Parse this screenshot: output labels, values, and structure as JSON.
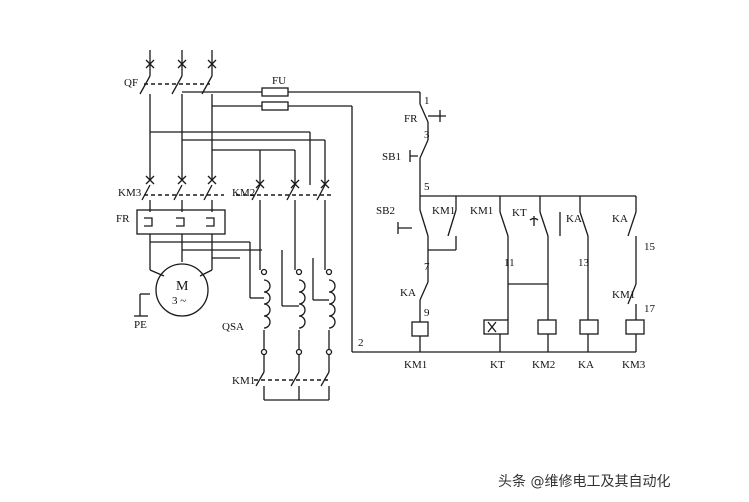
{
  "diagram": {
    "labels": {
      "qf": "QF",
      "fu": "FU",
      "km3": "KM3",
      "km2": "KM2",
      "fr_power": "FR",
      "motor_m": "M",
      "motor_phase": "3 ~",
      "pe": "PE",
      "qsa": "QSA",
      "km1_bottom": "KM1",
      "fr_ctrl": "FR",
      "sb1": "SB1",
      "sb2": "SB2",
      "ka_contact": "KA",
      "km1_contact_a": "KM1",
      "km1_contact_b": "KM1",
      "kt_contact": "KT",
      "ka_contact_b": "KA",
      "ka_contact_c": "KA",
      "km1_contact_c": "KM1",
      "coil_km1": "KM1",
      "coil_kt": "KT",
      "coil_km2": "KM2",
      "coil_ka": "KA",
      "coil_km3": "KM3"
    },
    "node_numbers": {
      "n1": "1",
      "n2": "2",
      "n3": "3",
      "n5": "5",
      "n7": "7",
      "n9": "9",
      "n11": "11",
      "n13": "13",
      "n15": "15",
      "n17": "17"
    }
  },
  "watermark": "头条 @维修电工及其自动化"
}
